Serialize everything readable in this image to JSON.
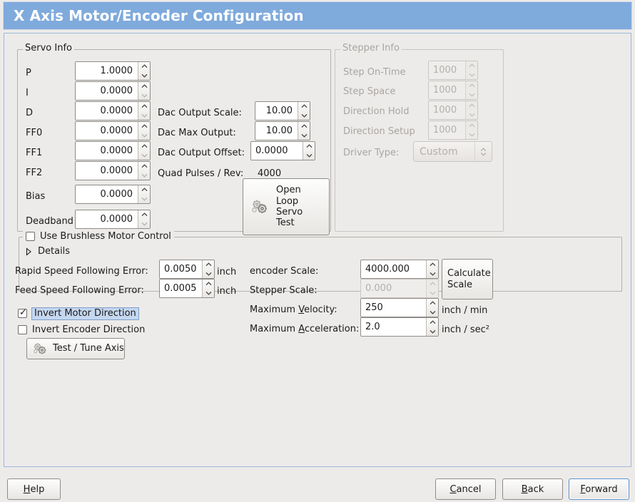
{
  "window": {
    "title": "X Axis Motor/Encoder Configuration",
    "title_bg": "#7faadc",
    "title_fg": "#ffffff",
    "background": "#edebe9"
  },
  "servo_info": {
    "legend": "Servo Info",
    "rows": [
      {
        "label": "P",
        "value": "1.0000"
      },
      {
        "label": "I",
        "value": "0.0000"
      },
      {
        "label": "D",
        "value": "0.0000"
      },
      {
        "label": "FF0",
        "value": "0.0000"
      },
      {
        "label": "FF1",
        "value": "0.0000"
      },
      {
        "label": "FF2",
        "value": "0.0000"
      },
      {
        "label": "Bias",
        "value": "0.0000"
      },
      {
        "label": "Deadband",
        "value": "0.0000"
      }
    ],
    "dac": [
      {
        "label": "Dac Output Scale:",
        "value": "10.00"
      },
      {
        "label": "Dac Max Output:",
        "value": "10.00"
      },
      {
        "label": "Dac Output Offset:",
        "value": "0.0000"
      }
    ],
    "quad_pulses_label": "Quad Pulses / Rev:",
    "quad_pulses_value": "4000",
    "open_loop_button": "Open\nLoop\nServo\nTest",
    "open_loop_icon": "gears-icon"
  },
  "stepper_info": {
    "legend": "Stepper Info",
    "enabled": false,
    "rows": [
      {
        "label": "Step On-Time",
        "value": "1000"
      },
      {
        "label": "Step Space",
        "value": "1000"
      },
      {
        "label": "Direction Hold",
        "value": "1000"
      },
      {
        "label": "Direction Setup",
        "value": "1000"
      }
    ],
    "driver_type_label": "Driver Type:",
    "driver_type_value": "Custom"
  },
  "brushless": {
    "checkbox_label": "Use Brushless Motor Control",
    "checked": false,
    "details_label": "Details",
    "details_expanded": false
  },
  "tuning": {
    "rapid_error_label": "Rapid Speed Following Error:",
    "rapid_error_value": "0.0050",
    "rapid_error_unit": "inch",
    "feed_error_label": "Feed Speed Following Error:",
    "feed_error_value": "0.0005",
    "feed_error_unit": "inch",
    "invert_motor_label": "Invert Motor Direction",
    "invert_motor_checked": true,
    "invert_encoder_label": "Invert Encoder Direction",
    "invert_encoder_checked": false,
    "test_tune_button": "Test / Tune Axis",
    "test_tune_icon": "gears-icon"
  },
  "scaling": {
    "encoder_scale_label": "encoder Scale:",
    "encoder_scale_value": "4000.000",
    "stepper_scale_label": "Stepper Scale:",
    "stepper_scale_value": "0.000",
    "stepper_scale_enabled": false,
    "calculate_scale_button": "Calculate\nScale",
    "max_velocity_label_pre": "Maximum ",
    "max_velocity_label_mn": "V",
    "max_velocity_label_post": "elocity:",
    "max_velocity_value": "250",
    "max_velocity_unit": "inch / min",
    "max_accel_label_pre": "Maximum ",
    "max_accel_label_mn": "A",
    "max_accel_label_post": "cceleration:",
    "max_accel_value": "2.0",
    "max_accel_unit": "inch / sec²"
  },
  "footer": {
    "help_mn": "H",
    "help_rest": "elp",
    "cancel_mn": "C",
    "cancel_rest": "ancel",
    "back_mn": "B",
    "back_rest": "ack",
    "forward_mn": "F",
    "forward_rest": "orward",
    "focused": "forward"
  }
}
